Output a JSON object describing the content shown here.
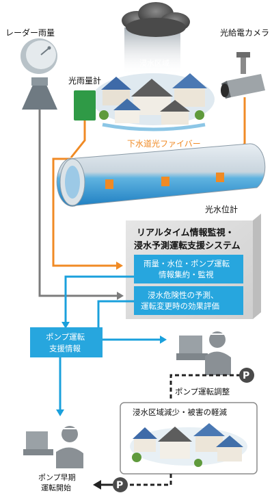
{
  "labels": {
    "radar": "レーダー雨量",
    "optical_rain_gauge": "光雨量計",
    "flood_area": "浸水区域",
    "camera": "光給電カメラ",
    "sewer_fiber": "下水道光ファイバー",
    "water_level_gauge": "光水位計",
    "system_title_1": "リアルタイム情報監視・",
    "system_title_2": "浸水予測運転支援システム",
    "box1_line1": "雨量・水位・ポンプ運転",
    "box1_line2": "情報集約・監視",
    "box2_line1": "浸水危険性の予測、",
    "box2_line2": "運転変更時の効果評価",
    "pump_support_1": "ポンプ運転",
    "pump_support_2": "支援情報",
    "pump_adjust": "ポンプ運転調整",
    "reduction": "浸水区域減少・被害の軽減",
    "early_start_1": "ポンプ早期",
    "early_start_2": "運転開始",
    "p_symbol": "P"
  },
  "colors": {
    "fiber_orange": "#f08a24",
    "flow_blue": "#1aa0dc",
    "gray_line": "#7c7c7c",
    "box_blue": "#27a6de",
    "panel_gray": "#d9d9d9",
    "dark_gray": "#4a4a4a"
  },
  "icons": [
    "radar-dish-icon",
    "rain-gauge-icon",
    "cloud-icon",
    "camera-icon",
    "operator-icon",
    "pump-p-icon"
  ]
}
